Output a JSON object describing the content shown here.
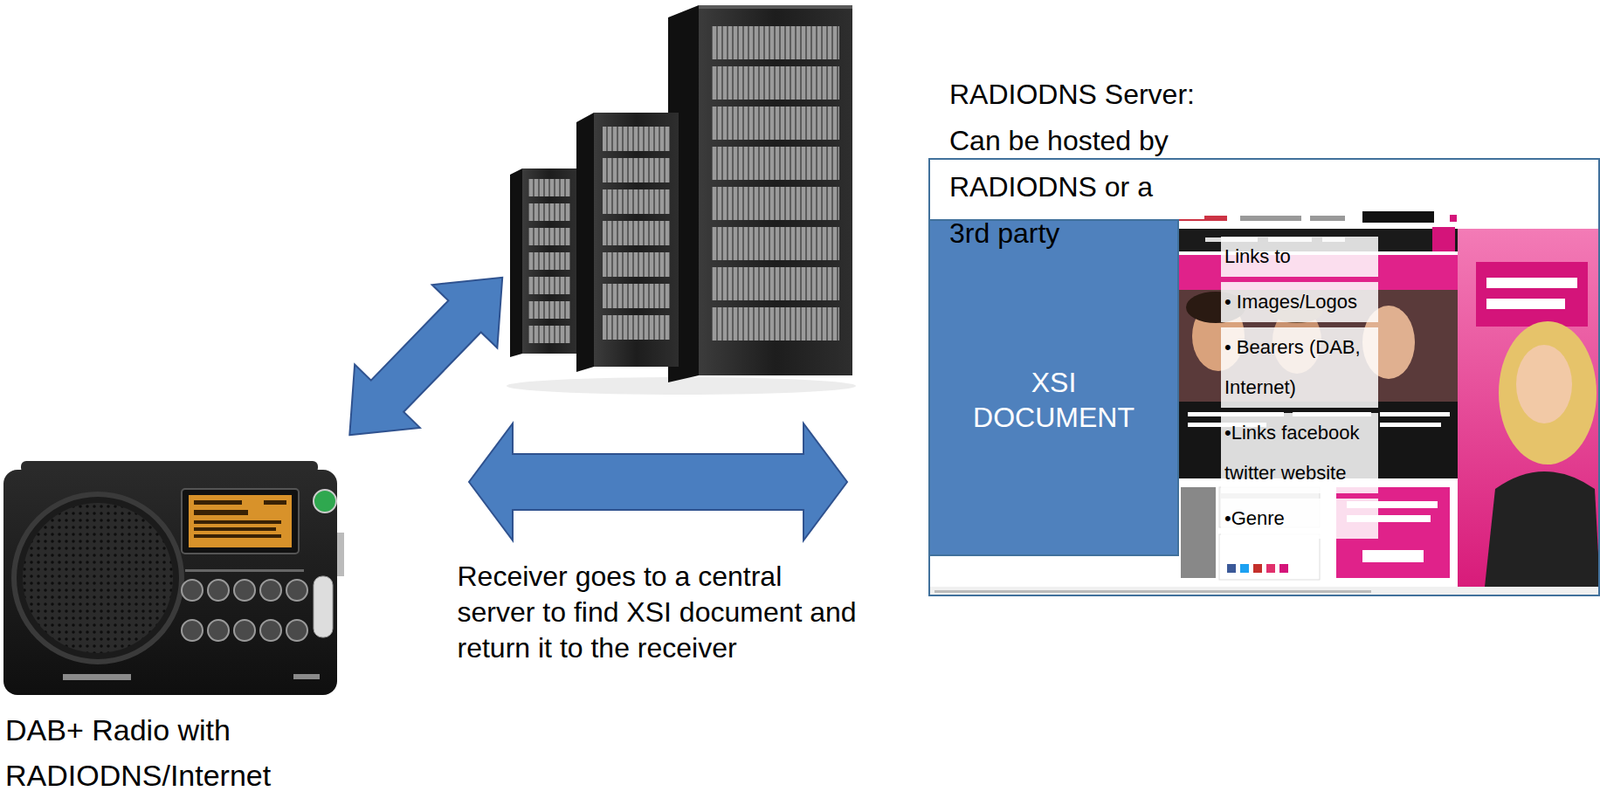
{
  "diagram": {
    "nodes": [
      {
        "text": [
          "DAB+ Radio with RADIODNS/Internet"
        ]
      },
      {
        "text": [
          "RADIODNS Server: Can be hosted by RADIODNS or a 3rd party"
        ]
      },
      {
        "text": [
          "Links to",
          "• Images/Logos",
          "• Bearers (DAB, Internet)",
          "•Links facebook twitter website",
          "•Genre"
        ]
      },
      {
        "text": [
          "XSI DOCUMENT"
        ],
        "in": 2
      }
    ],
    "edges": [
      {
        "from": 0,
        "to": 1,
        "arrow": "both"
      },
      {
        "from": 0,
        "to": 2,
        "arrow": "both",
        "label": "Receiver goes to a central server to find XSI document and return it to the receiver"
      }
    ]
  }
}
